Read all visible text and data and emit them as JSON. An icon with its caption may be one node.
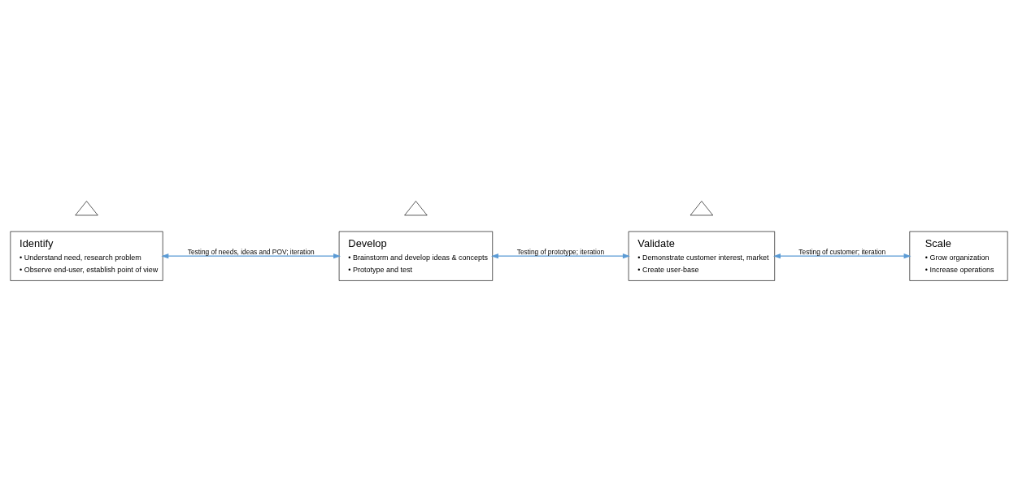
{
  "diagram": {
    "nodes": [
      {
        "text": [
          "Identify",
          "• Understand need, research problem",
          "• Observe end-user, establish point of view"
        ]
      },
      {
        "text": [
          "Develop",
          "• Brainstorm and develop ideas & concepts",
          "• Prototype and test"
        ]
      },
      {
        "text": [
          "Validate",
          "• Demonstrate customer interest, market",
          "• Create user-base"
        ]
      },
      {
        "text": [
          "Scale",
          "• Grow organization",
          "• Increase operations"
        ]
      },
      {
        "text": [],
        "shape": "triangle"
      },
      {
        "text": [],
        "shape": "triangle"
      },
      {
        "text": [],
        "shape": "triangle"
      }
    ],
    "edges": [
      {
        "from": 0,
        "to": 1,
        "arrow": "both",
        "label": "Testing of needs, ideas and POV; iteration",
        "color": "#5b9bd5"
      },
      {
        "from": 1,
        "to": 2,
        "arrow": "both",
        "label": "Testing of prototype; iteration",
        "color": "#5b9bd5"
      },
      {
        "from": 2,
        "to": 3,
        "arrow": "both",
        "label": "Testing of customer; iteration",
        "color": "#5b9bd5"
      }
    ]
  }
}
